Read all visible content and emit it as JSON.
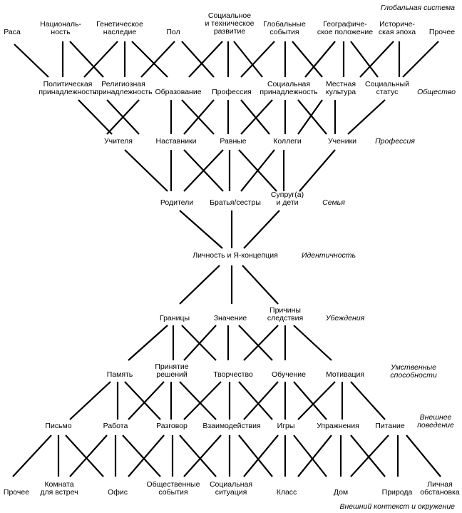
{
  "levels": {
    "global": "Глобальная система",
    "society": "Общество",
    "profession": "Профессия",
    "family": "Семья",
    "identity": "Идентичность",
    "beliefs": "Убеждения",
    "abilities": "Умственные\nспособности",
    "behavior": "Внешнее\nповедение",
    "context": "Внешний контекст и окружение"
  },
  "rows": {
    "global": [
      "Раса",
      "Националь-\nность",
      "Генетическое\nнаследие",
      "Пол",
      "Социальное\nи техническое\nразвитие",
      "Глобальные\nсобытия",
      "Географиче-\nское положение",
      "Историче-\nская эпоха",
      "Прочее"
    ],
    "society": [
      "Политическая\nпринадлежность",
      "Религиозная\nпринадлежность",
      "Образование",
      "Профессия",
      "Социальная\nпринадлежность",
      "Местная\nкультура",
      "Социальный\nстатус"
    ],
    "profession": [
      "Учителя",
      "Наставники",
      "Равные",
      "Коллеги",
      "Ученики"
    ],
    "family": [
      "Родители",
      "Братья/сестры",
      "Супруг(а)\nи дети"
    ],
    "identity": [
      "Личность и Я-концепция"
    ],
    "beliefs": [
      "Границы",
      "Значение",
      "Причины\nследствия"
    ],
    "abilities": [
      "Память",
      "Принятие\nрешений",
      "Творчество",
      "Обучение",
      "Мотивация"
    ],
    "behavior": [
      "Письмо",
      "Работа",
      "Разговор",
      "Взаимодействия",
      "Игры",
      "Упражнения",
      "Питание"
    ],
    "context": [
      "Прочее",
      "Комната\nдля встреч",
      "Офис",
      "Общественные\nсобытия",
      "Социальная\nситуация",
      "Класс",
      "Дом",
      "Природа",
      "Личная\nобстановка"
    ]
  }
}
